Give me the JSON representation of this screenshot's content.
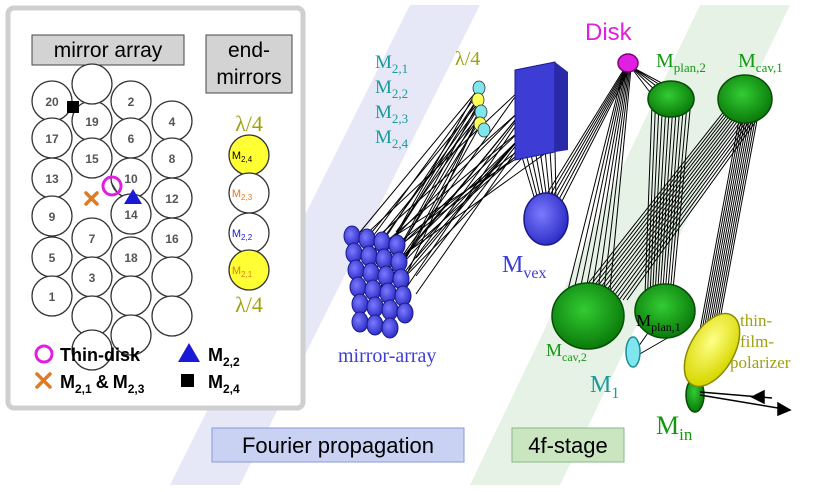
{
  "left_panel": {
    "mirror_array_title": "mirror array",
    "end_mirrors_title_line1": "end-",
    "end_mirrors_title_line2": "mirrors",
    "mirror_numbers": [
      "20",
      "2",
      "19",
      "4",
      "17",
      "6",
      "15",
      "8",
      "13",
      "10",
      "12",
      "9",
      "14",
      "7",
      "16",
      "5",
      "18",
      "3",
      "1"
    ],
    "end_mirror_labels": [
      {
        "label": "M",
        "sub": "2,4",
        "fill": "#ffff33",
        "text_color": "#000000"
      },
      {
        "label": "M",
        "sub": "2,3",
        "fill": "#ffffff",
        "text_color": "#e07b20"
      },
      {
        "label": "M",
        "sub": "2,2",
        "fill": "#ffffff",
        "text_color": "#1a1ad6"
      },
      {
        "label": "M",
        "sub": "2,1",
        "fill": "#ffff33",
        "text_color": "#e07b20"
      }
    ],
    "lambda_top": "λ/4",
    "lambda_bottom": "λ/4",
    "legend": {
      "thin_disk": "Thin-disk",
      "m22": "M",
      "m22_sub": "2,2",
      "m21": "M",
      "m21_sub": "2,1",
      "amp": "&",
      "m23": "M",
      "m23_sub": "2,3",
      "m24": "M",
      "m24_sub": "2,4"
    }
  },
  "right_panel": {
    "disk": "Disk",
    "lambda_quarter": "λ/4",
    "m2_labels": [
      {
        "label": "M",
        "sub": "2,1"
      },
      {
        "label": "M",
        "sub": "2,2"
      },
      {
        "label": "M",
        "sub": "2,3"
      },
      {
        "label": "M",
        "sub": "2,4"
      }
    ],
    "m_plan2": {
      "label": "M",
      "sub": "plan,2"
    },
    "m_cav1": {
      "label": "M",
      "sub": "cav,1"
    },
    "m_vex": {
      "label": "M",
      "sub": "vex"
    },
    "mirror_array": "mirror-array",
    "m_cav2": {
      "label": "M",
      "sub": "cav,2"
    },
    "m_plan1": {
      "label": "M",
      "sub": "plan,1"
    },
    "m1": {
      "label": "M",
      "sub": "1"
    },
    "m_in": {
      "label": "M",
      "sub": "in"
    },
    "polarizer_line1": "thin-",
    "polarizer_line2": "film-",
    "polarizer_line3": "polarizer",
    "fourier": "Fourier propagation",
    "four_f": "4f-stage"
  },
  "colors": {
    "magenta": "#e020e0",
    "teal": "#1a9a9a",
    "green": "#119911",
    "blue_mirror": "#5555ee",
    "navy": "#1a1aa8",
    "olive": "#a0a010",
    "orange": "#e07b20"
  }
}
